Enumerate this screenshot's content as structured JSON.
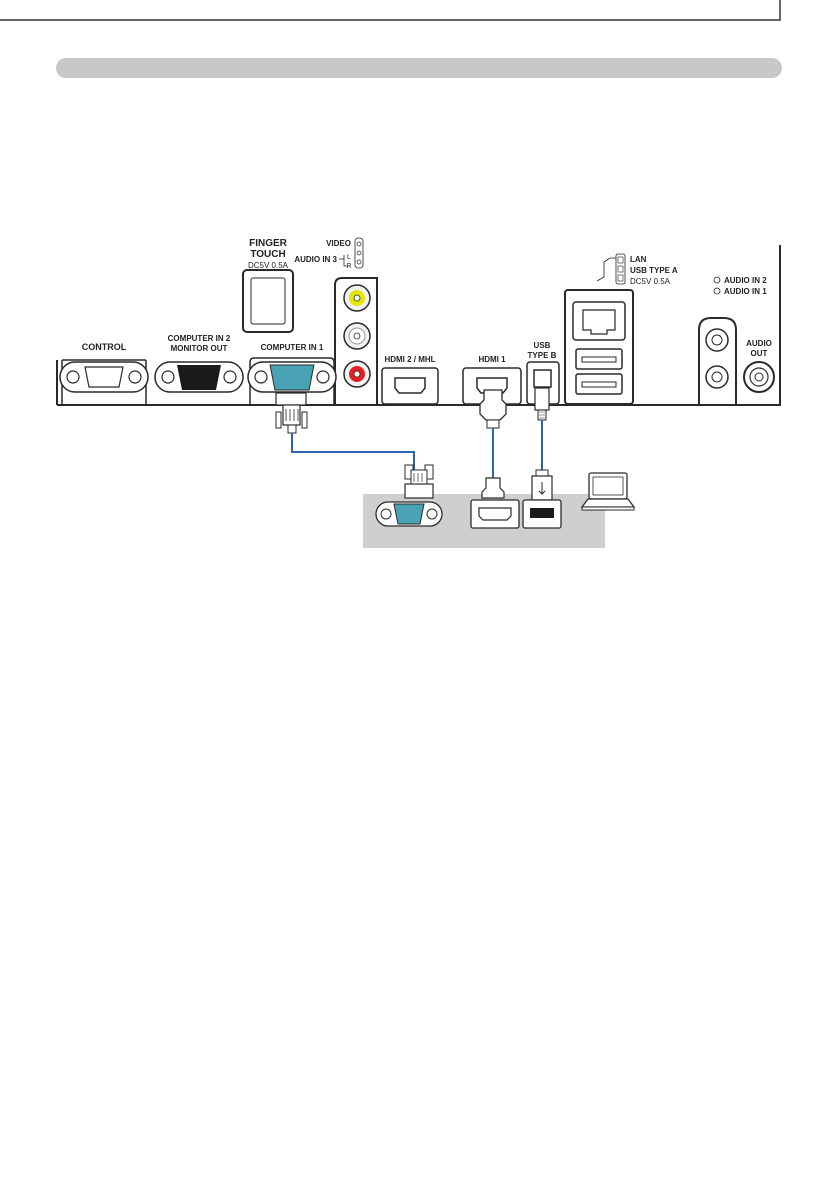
{
  "labels": {
    "finger_touch_line1": "FINGER",
    "finger_touch_line2": "TOUCH",
    "finger_touch_power": "DC5V 0.5A",
    "video": "VIDEO",
    "audio_in_3": "AUDIO IN 3",
    "audio_l": "L",
    "audio_r": "R",
    "control": "CONTROL",
    "computer_in_2": "COMPUTER IN 2",
    "monitor_out": "MONITOR OUT",
    "computer_in_1": "COMPUTER IN 1",
    "hdmi2_mhl": "HDMI 2 / MHL",
    "hdmi1": "HDMI 1",
    "usb_type_b_line1": "USB",
    "usb_type_b_line2": "TYPE B",
    "lan": "LAN",
    "usb_type_a": "USB TYPE A",
    "usb_type_a_power": "DC5V 0.5A",
    "audio_in_2": "AUDIO IN 2",
    "audio_in_1": "AUDIO IN 1",
    "audio_out_line1": "AUDIO",
    "audio_out_line2": "OUT"
  },
  "colors": {
    "header_bar": "#c8c8c8",
    "panel_stroke": "#2a2a2a",
    "cable_blue": "#2f64b4",
    "vga_teal": "#4aa3b5",
    "video_yellow": "#e4e600",
    "audio_red": "#e32024",
    "computer_box": "#cfcfcf"
  }
}
